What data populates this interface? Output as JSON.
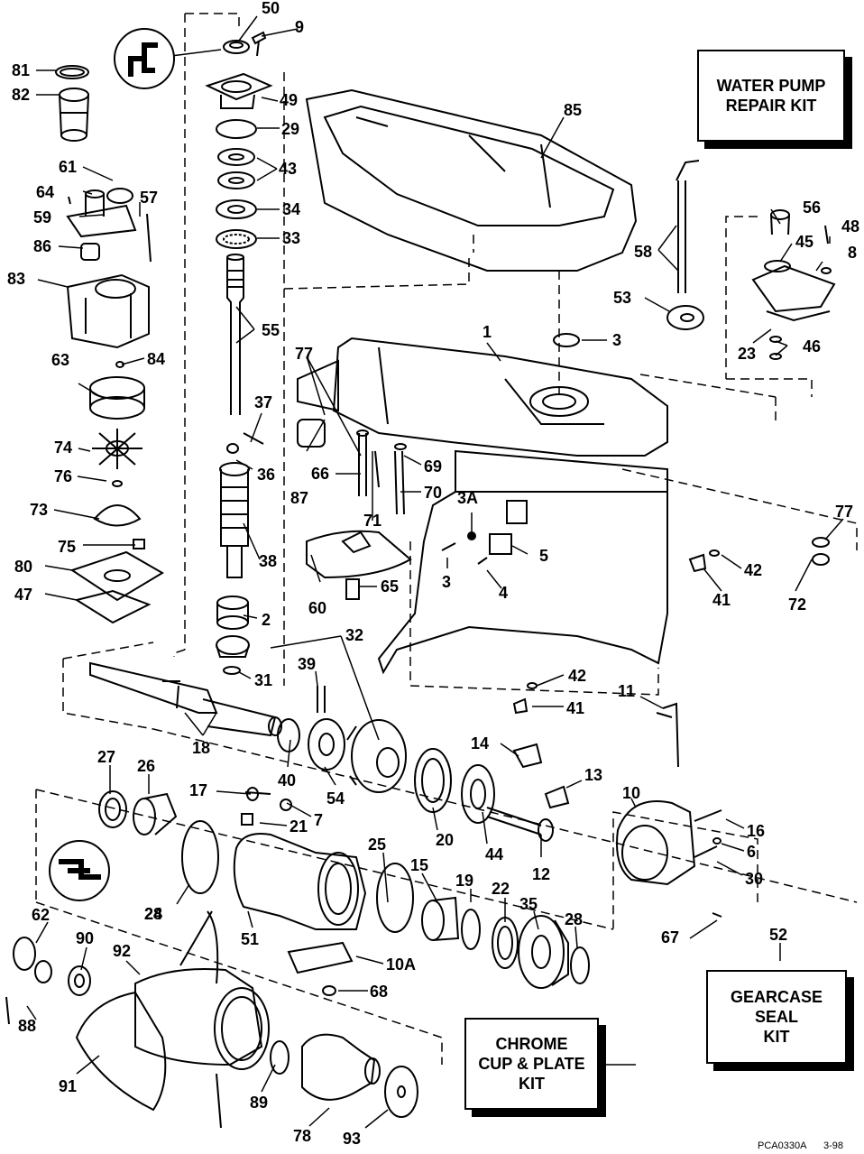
{
  "labels": [
    "50",
    "9",
    "81",
    "82",
    "49",
    "29",
    "85",
    "43",
    "61",
    "64",
    "57",
    "59",
    "34",
    "33",
    "86",
    "83",
    "55",
    "56",
    "48",
    "45",
    "8",
    "58",
    "53",
    "1",
    "3",
    "23",
    "46",
    "84",
    "63",
    "77",
    "37",
    "74",
    "36",
    "87",
    "66",
    "69",
    "76",
    "70",
    "3A",
    "71",
    "73",
    "75",
    "5",
    "77",
    "38",
    "80",
    "47",
    "60",
    "65",
    "3",
    "4",
    "42",
    "41",
    "72",
    "2",
    "32",
    "39",
    "31",
    "42",
    "41",
    "11",
    "18",
    "14",
    "27",
    "26",
    "40",
    "54",
    "13",
    "17",
    "10",
    "7",
    "21",
    "20",
    "44",
    "16",
    "6",
    "28",
    "25",
    "15",
    "12",
    "30",
    "19",
    "22",
    "35",
    "28",
    "24",
    "51",
    "10A",
    "67",
    "62",
    "90",
    "92",
    "52",
    "68",
    "88",
    "91",
    "89",
    "78",
    "93"
  ],
  "kits": {
    "water_pump": [
      "WATER PUMP",
      "REPAIR KIT"
    ],
    "gearcase_seal": [
      "GEARCASE",
      "SEAL",
      "KIT"
    ],
    "chrome_cup": [
      "CHROME",
      "CUP & PLATE",
      "KIT"
    ]
  },
  "footer": {
    "code": "PCA0330A",
    "date": "3-98"
  }
}
